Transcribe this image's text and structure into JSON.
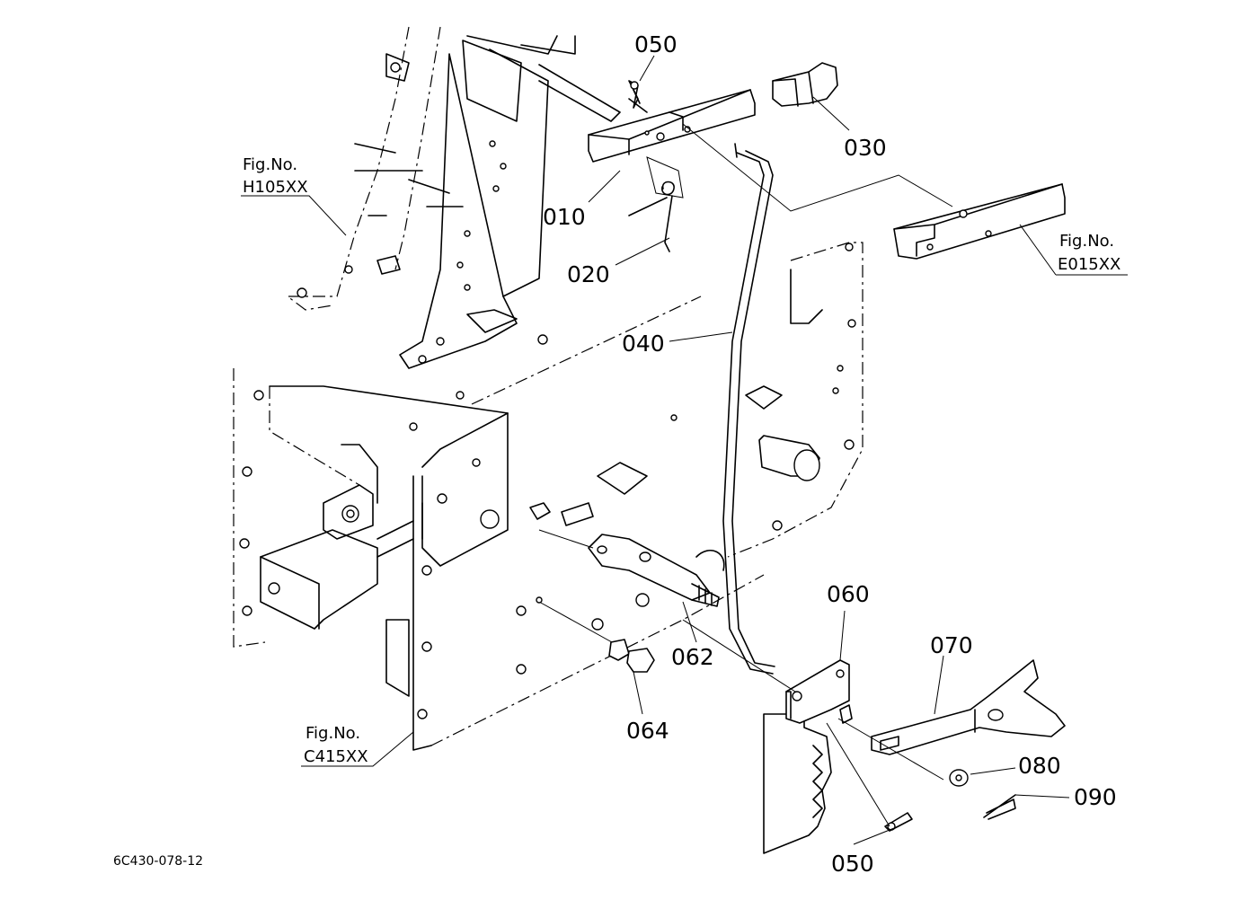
{
  "parts": {
    "p010": "010",
    "p020": "020",
    "p030": "030",
    "p040": "040",
    "p050_top": "050",
    "p050_bottom": "050",
    "p060": "060",
    "p062": "062",
    "p064": "064",
    "p070": "070",
    "p080": "080",
    "p090": "090"
  },
  "figure_refs": {
    "h105": {
      "line1": "Fig.No.",
      "line2": "H105XX"
    },
    "e015": {
      "line1": "Fig.No.",
      "line2": "E015XX"
    },
    "c415": {
      "line1": "Fig.No.",
      "line2": "C415XX"
    }
  },
  "drawing_code": "6C430-078-12"
}
